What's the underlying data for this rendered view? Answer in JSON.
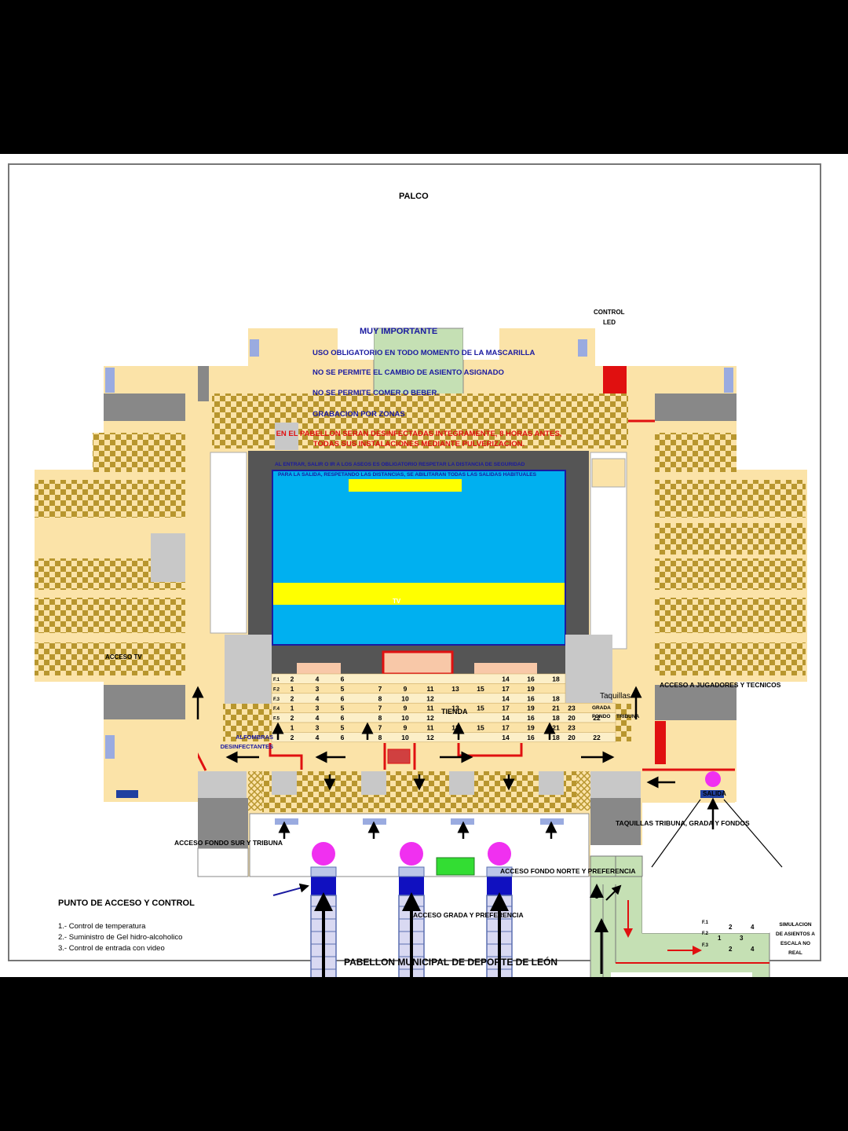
{
  "notice": {
    "title": "MUY IMPORTANTE",
    "rules": [
      "USO OBLIGATORIO EN TODO MOMENTO DE LA MASCARILLA",
      "NO SE PERMITE EL CAMBIO DE ASIENTO ASIGNADO",
      "NO SE PERMITE  COMER O BEBER.",
      "GRABACION POR ZONAS"
    ],
    "highlight_line1": "EN EL PABELLON SERAN DESINFECTADAS INTEGRAMENTE, 8 HORAS ANTES,",
    "highlight_line2": "TODAS SUS INSTALACIONES MEDIANTE PULVERIZACION.",
    "small_line1": "AL ENTRAR, SALIR O IR A LOS ASEOS ES OBLIGATORIO RESPETAR LA DISTANCIA DE SEGURIDAD",
    "small_line2": "PARA LA SALIDA, RESPETANDO LAS DISTANCIAS,  SE ABILITARAN TODAS LAS SALIDAS HABITUALES"
  },
  "labels": {
    "palco": "PALCO",
    "control": "CONTROL",
    "led": "LED",
    "tv": "TV",
    "tienda": "TIENDA",
    "acceso_tv": "ACCESO TV",
    "acceso_jugadores": "ACCESO A JUGADORES Y TECNICOS",
    "taquillas": "Taquillas",
    "grada_fondo_1": "GRADA",
    "grada_fondo_2": "FONDO",
    "tribuna": "TRIBUNA",
    "salida": "SALIDA",
    "taquillas_tribuna": "TAQUILLAS TRIBUNA, GRADA Y FONDOS",
    "alfombras_1": "ALFOMBRAS",
    "alfombras_2": "DESINFECTANTES",
    "acceso_fondo_sur": "ACCESO FONDO SUR Y TRIBUNA",
    "acceso_grada": "ACCESO GRADA  Y PREFERENCIA",
    "acceso_fondo_norte": "ACCESO FONDO NORTE Y PREFERENCIA",
    "footer_title": "PABELLON MUNICIPAL DE DEPORTE DE LEÓN"
  },
  "seat_rows": [
    {
      "row": "F.1",
      "seats": [
        "2",
        "4",
        "6",
        "",
        "",
        "",
        "",
        "",
        "14",
        "16",
        "18",
        "",
        ""
      ]
    },
    {
      "row": "F.2",
      "seats": [
        "1",
        "3",
        "5",
        "7",
        "9",
        "11",
        "13",
        "15",
        "17",
        "19",
        "",
        "",
        ""
      ]
    },
    {
      "row": "F.3",
      "seats": [
        "2",
        "4",
        "6",
        "8",
        "10",
        "12",
        "",
        "",
        "14",
        "16",
        "18",
        "",
        ""
      ]
    },
    {
      "row": "F.4",
      "seats": [
        "1",
        "3",
        "5",
        "7",
        "9",
        "11",
        "13",
        "15",
        "17",
        "19",
        "21",
        "23",
        ""
      ]
    },
    {
      "row": "F.5",
      "seats": [
        "2",
        "4",
        "6",
        "8",
        "10",
        "12",
        "",
        "",
        "14",
        "16",
        "18",
        "20",
        "22"
      ]
    },
    {
      "row": "",
      "seats": [
        "1",
        "3",
        "5",
        "7",
        "9",
        "11",
        "13",
        "15",
        "17",
        "19",
        "21",
        "23",
        ""
      ]
    },
    {
      "row": "",
      "seats": [
        "2",
        "4",
        "6",
        "8",
        "10",
        "12",
        "",
        "",
        "14",
        "16",
        "18",
        "20",
        "22"
      ]
    }
  ],
  "legend": {
    "title": "PUNTO DE ACCESO Y CONTROL",
    "items": [
      "1.- Control de temperatura",
      "2.- Suministro de Gel hidro-alcoholico",
      "3.- Control de entrada con video"
    ]
  },
  "simulation": {
    "rows": [
      "F.1",
      "F.2",
      "F.3"
    ],
    "r1": [
      "2",
      "4"
    ],
    "r2": [
      "1",
      "3"
    ],
    "r3": [
      "2",
      "4"
    ],
    "caption": [
      "SIMULACION",
      "DE ASIENTOS A",
      "ESCALA NO",
      "REAL"
    ]
  },
  "colors": {
    "checker": "#b8962e",
    "light": "#fbe3a8",
    "court": "#00b0f0",
    "court_border": "#1a1aa0",
    "highlight": "#ffff00",
    "red": "#e01010",
    "access": "#d9d9f2",
    "access_line": "#5a6fb0",
    "magenta": "#f030f0",
    "green": "#c5e0b4",
    "tienda": "#33dd33"
  }
}
